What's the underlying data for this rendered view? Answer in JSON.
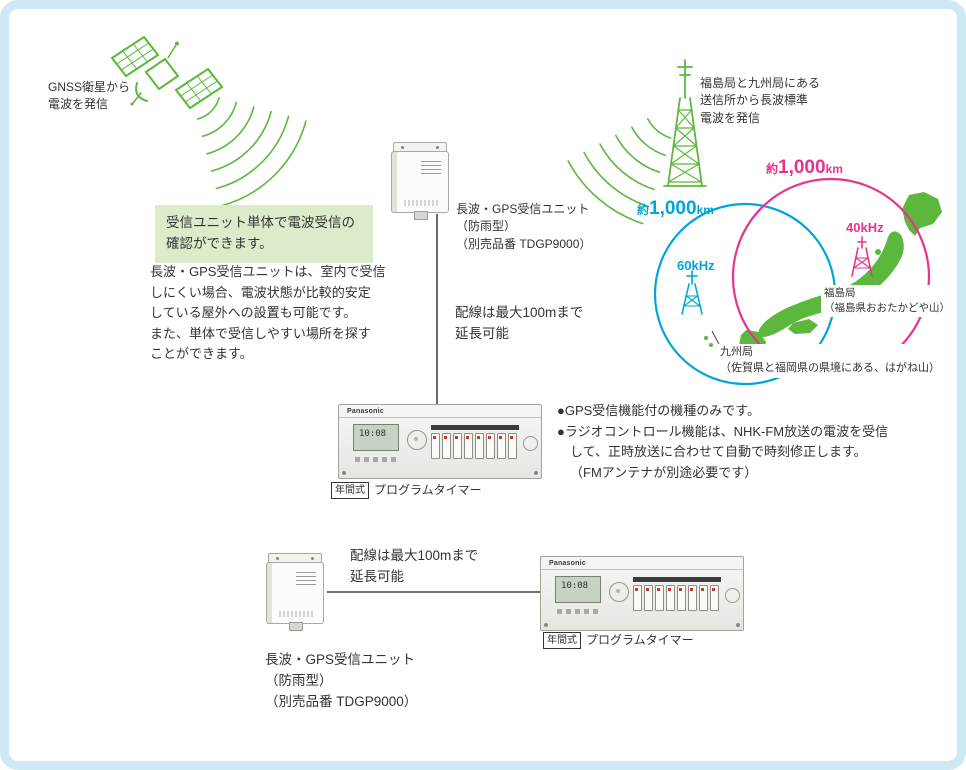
{
  "colors": {
    "illustration_green": "#5cb83c",
    "cyan": "#00a6d8",
    "magenta": "#e8338e",
    "frame_blue": "#cde9f3",
    "note_green": "#dcecca"
  },
  "gnss_label": {
    "lines": [
      "GNSS衛星から",
      "電波を発信"
    ]
  },
  "tower_caption": {
    "lines": [
      "福島局と九州局にある",
      "送信所から長波標準",
      "電波を発信"
    ]
  },
  "receiver_top_label": {
    "lines": [
      "長波・GPS受信ユニット",
      "（防雨型）",
      "（別売品番 TDGP9000）"
    ]
  },
  "note_box": {
    "lines": [
      "受信ユニット単体で電波受信の",
      "確認ができます。"
    ]
  },
  "description": {
    "lines": [
      "長波・GPS受信ユニットは、室内で受信",
      "しにくい場合、電波状態が比較的安定",
      "している屋外への設置も可能です。",
      "また、単体で受信しやすい場所を探す",
      "ことができます。"
    ]
  },
  "wiring_note_top": {
    "lines": [
      "配線は最大100mまで",
      "延長可能"
    ]
  },
  "wiring_note_bottom": {
    "lines": [
      "配線は最大100mまで",
      "延長可能"
    ]
  },
  "coverage": {
    "blue": {
      "prefix": "約",
      "value": "1,000",
      "unit": "km",
      "freq": "60kHz"
    },
    "pink": {
      "prefix": "約",
      "value": "1,000",
      "unit": "km",
      "freq": "40kHz"
    }
  },
  "stations": {
    "fukushima": {
      "lines": [
        "福島局",
        "（福島県おおたかどや山）"
      ]
    },
    "kyushu": {
      "lines": [
        "九州局",
        "（佐賀県と福岡県の県境にある、はがね山）"
      ]
    }
  },
  "notes": {
    "lines": [
      "●GPS受信機能付の機種のみです。",
      "●ラジオコントロール機能は、NHK-FM放送の電波を受信",
      "して、正時放送に合わせて自動で時刻修正します。",
      "（FMアンテナが別途必要です）"
    ]
  },
  "timer_top": {
    "brand": "Panasonic",
    "lcd": "10:08",
    "tag": "年間式",
    "name": "プログラムタイマー"
  },
  "timer_bottom": {
    "brand": "Panasonic",
    "lcd": "10:08",
    "tag": "年間式",
    "name": "プログラムタイマー"
  },
  "receiver_bottom_label": {
    "lines": [
      "長波・GPS受信ユニット",
      "（防雨型）",
      "（別売品番 TDGP9000）"
    ]
  }
}
